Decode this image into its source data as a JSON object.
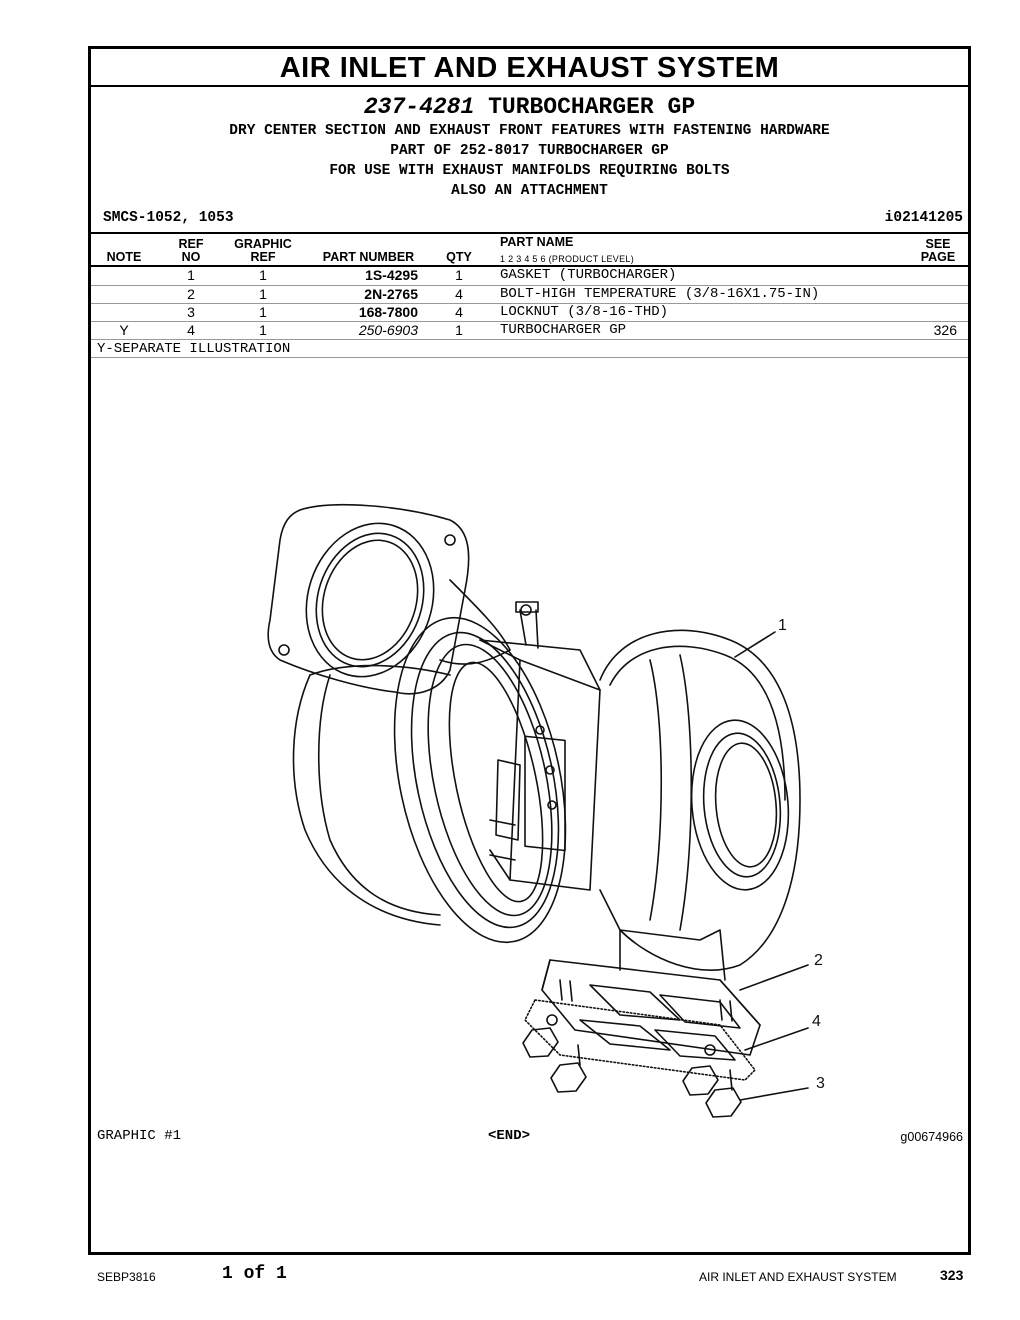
{
  "section_title": "AIR INLET AND EXHAUST SYSTEM",
  "group": {
    "part_number": "237-4281",
    "name": "TURBOCHARGER GP",
    "lines": [
      "DRY CENTER SECTION AND EXHAUST FRONT FEATURES WITH FASTENING HARDWARE",
      "PART OF 252-8017 TURBOCHARGER GP",
      "FOR USE WITH EXHAUST MANIFOLDS REQUIRING BOLTS",
      "ALSO AN ATTACHMENT"
    ],
    "smcs": "SMCS-1052, 1053",
    "illustration_id": "i02141205"
  },
  "table": {
    "headers": {
      "note": "NOTE",
      "ref_top": "REF",
      "ref_bottom": "NO",
      "graphic_top": "GRAPHIC",
      "graphic_bottom": "REF",
      "part_number": "PART NUMBER",
      "qty": "QTY",
      "part_name": "PART NAME",
      "product_level": "1   2   3   4   5   6   (PRODUCT LEVEL)",
      "see_top": "SEE",
      "see_bottom": "PAGE"
    },
    "rows": [
      {
        "note": "",
        "ref": "1",
        "graphic": "1",
        "part_number": "1S-4295",
        "qty": "1",
        "name": "GASKET (TURBOCHARGER)",
        "see_page": ""
      },
      {
        "note": "",
        "ref": "2",
        "graphic": "1",
        "part_number": "2N-2765",
        "qty": "4",
        "name": "BOLT-HIGH TEMPERATURE (3/8-16X1.75-IN)",
        "see_page": ""
      },
      {
        "note": "",
        "ref": "3",
        "graphic": "1",
        "part_number": "168-7800",
        "qty": "4",
        "name": "LOCKNUT (3/8-16-THD)",
        "see_page": ""
      },
      {
        "note": "Y",
        "ref": "4",
        "graphic": "1",
        "part_number": "250-6903",
        "qty": "1",
        "name": "TURBOCHARGER GP",
        "see_page": "326"
      }
    ],
    "note_legend": "Y-SEPARATE ILLUSTRATION"
  },
  "illustration": {
    "callouts": [
      "1",
      "2",
      "4",
      "3"
    ],
    "graphic_label": "GRAPHIC #1",
    "end_marker": "<END>",
    "graphic_number": "g00674966"
  },
  "footer": {
    "doc_number": "SEBP3816",
    "page_of": "1 of 1",
    "section": "AIR INLET AND EXHAUST SYSTEM",
    "page_number": "323"
  }
}
